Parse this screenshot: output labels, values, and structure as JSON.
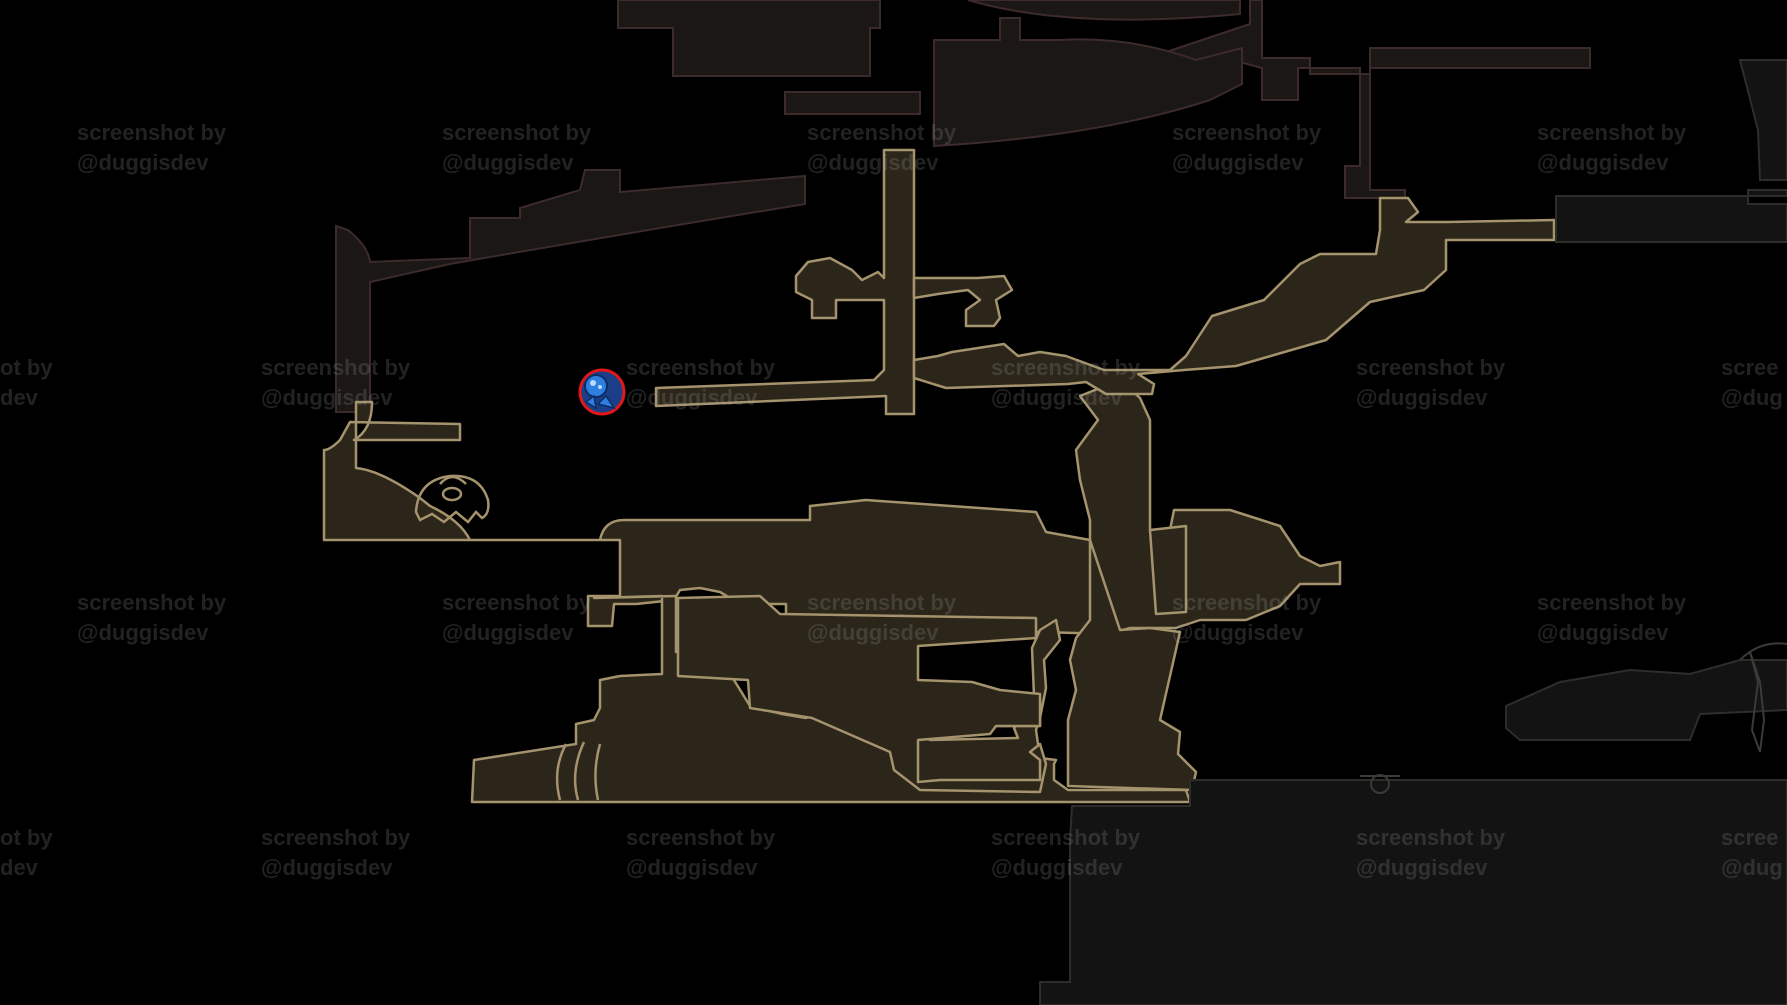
{
  "map": {
    "area_fill": "#2b2619",
    "area_outline": "#a4936d",
    "unexplored_fill": "#1a1714",
    "unexplored_outline": "#3c2a2c",
    "dim_fill": "#121312",
    "dim_outline": "#2d2d2a"
  },
  "player_marker": {
    "icon": "player-location-pin",
    "ring_color": "#e01818",
    "fill_color": "#2f7fe0"
  },
  "landmark_icons": [
    "shell-icon",
    "claw-marks-icon",
    "stalactite-icon",
    "ring-shrine-icon"
  ],
  "watermark": {
    "line1": "screenshot by",
    "line2": "@duggisdev",
    "line1_cut": "ot by",
    "line2_cut": "dev",
    "line1_right": "scree",
    "line2_right": "@dug",
    "line1_right2": "scree",
    "line2_right2": "@dug",
    "color": "#aaaaaa"
  }
}
